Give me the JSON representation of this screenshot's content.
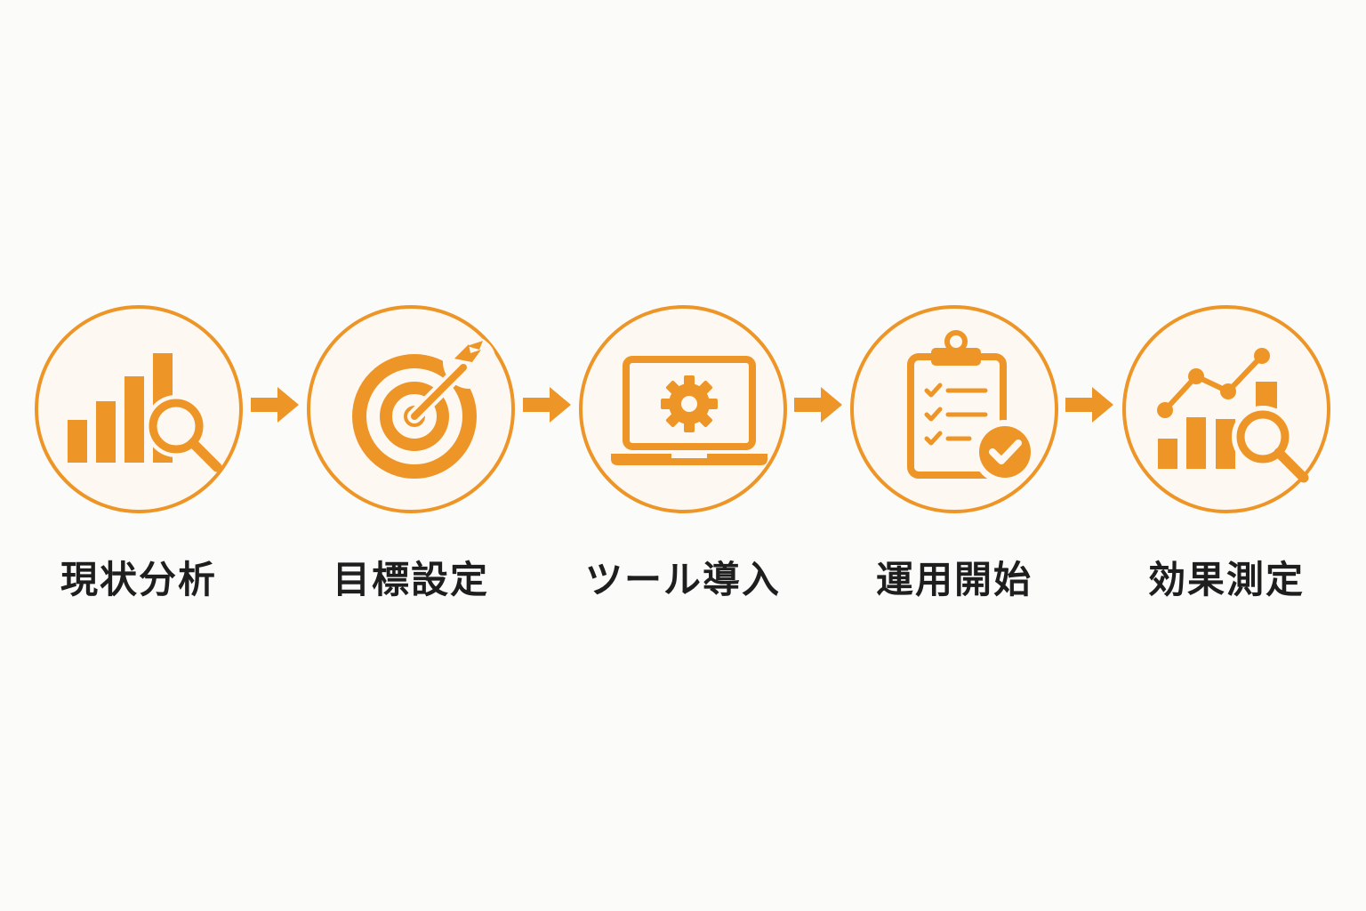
{
  "accent_color": "#ee9527",
  "steps": [
    {
      "label": "現状分析",
      "icon": "bar-chart-magnifier-icon"
    },
    {
      "label": "目標設定",
      "icon": "target-arrow-icon"
    },
    {
      "label": "ツール導入",
      "icon": "laptop-gear-icon"
    },
    {
      "label": "運用開始",
      "icon": "clipboard-check-icon"
    },
    {
      "label": "効果測定",
      "icon": "line-chart-magnifier-icon"
    }
  ],
  "connector_icon": "arrow-right-icon"
}
